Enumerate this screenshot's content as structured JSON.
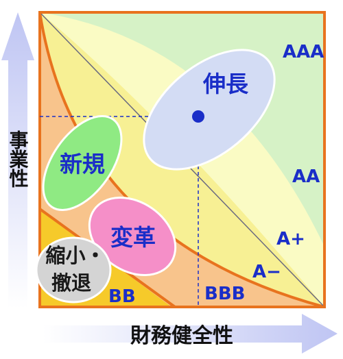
{
  "axes": {
    "x_label": "財務健全性",
    "y_label": "事業性"
  },
  "ratings": {
    "aaa": "AAA",
    "aa": "AA",
    "a_plus": "A+",
    "a_minus": "A−",
    "bbb": "BBB",
    "bb": "BB"
  },
  "segments": {
    "growth": "伸長",
    "new": "新規",
    "reform": "変革",
    "shrink_line1": "縮小・",
    "shrink_line2": "撤退"
  },
  "colors": {
    "frame": "#e8731e",
    "arrow": "#c9cdf5",
    "label_blue": "#1a2ec8",
    "zone_aaa": "#d6f2c6",
    "zone_aa": "#fafbc4",
    "zone_a": "#f7f094",
    "zone_bbb": "#f8c48c",
    "zone_bb": "#f6ca2a",
    "growth": "#d3dcf4",
    "new": "#8fea83",
    "reform": "#f58fc8",
    "shrink": "#d4d4d4"
  }
}
